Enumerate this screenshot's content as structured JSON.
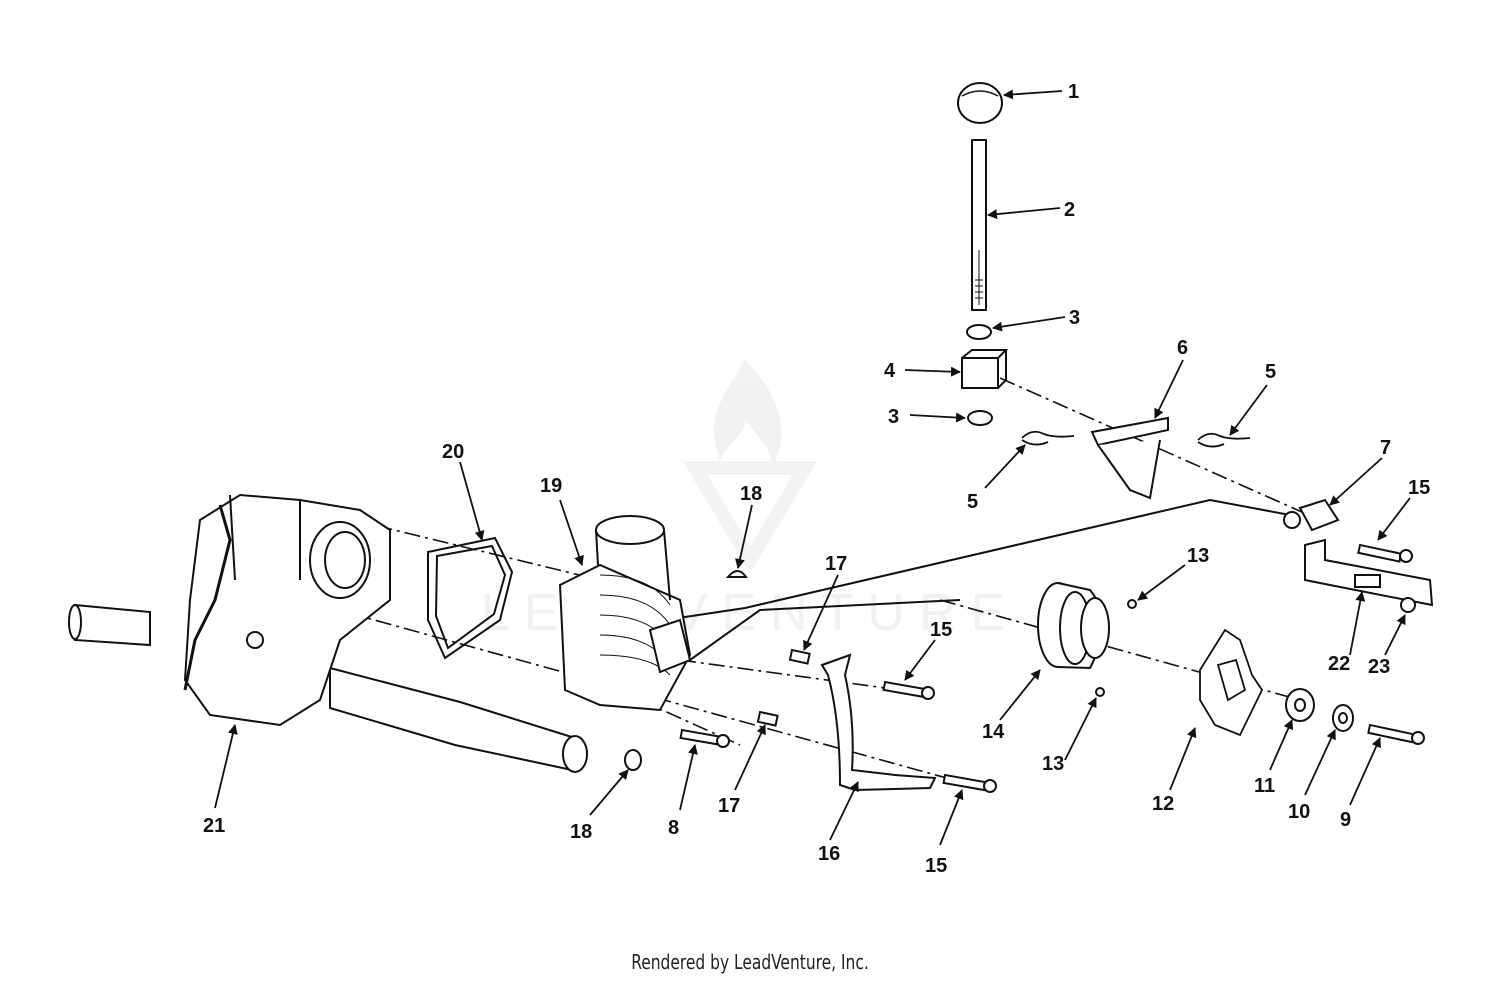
{
  "colors": {
    "line": "#111111",
    "callout": "#111111",
    "watermark": "#e6e6e6"
  },
  "watermark": {
    "text": "LEADVENTURE"
  },
  "callouts": [
    {
      "id": "c1a",
      "label": "1"
    },
    {
      "id": "c2a",
      "label": "2"
    },
    {
      "id": "c3a",
      "label": "3"
    },
    {
      "id": "c3b",
      "label": "3"
    },
    {
      "id": "c4a",
      "label": "4"
    },
    {
      "id": "c5a",
      "label": "5"
    },
    {
      "id": "c5b",
      "label": "5"
    },
    {
      "id": "c6a",
      "label": "6"
    },
    {
      "id": "c7a",
      "label": "7"
    },
    {
      "id": "c8a",
      "label": "8"
    },
    {
      "id": "c9a",
      "label": "9"
    },
    {
      "id": "c10a",
      "label": "10"
    },
    {
      "id": "c11a",
      "label": "11"
    },
    {
      "id": "c12a",
      "label": "12"
    },
    {
      "id": "c13a",
      "label": "13"
    },
    {
      "id": "c13b",
      "label": "13"
    },
    {
      "id": "c14a",
      "label": "14"
    },
    {
      "id": "c15a",
      "label": "15"
    },
    {
      "id": "c15b",
      "label": "15"
    },
    {
      "id": "c15c",
      "label": "15"
    },
    {
      "id": "c16a",
      "label": "16"
    },
    {
      "id": "c17a",
      "label": "17"
    },
    {
      "id": "c17b",
      "label": "17"
    },
    {
      "id": "c18a",
      "label": "18"
    },
    {
      "id": "c18b",
      "label": "18"
    },
    {
      "id": "c19a",
      "label": "19"
    },
    {
      "id": "c20a",
      "label": "20"
    },
    {
      "id": "c21a",
      "label": "21"
    },
    {
      "id": "c22a",
      "label": "22"
    },
    {
      "id": "c23a",
      "label": "23"
    }
  ],
  "footer": {
    "text": "Rendered by LeadVenture, Inc."
  }
}
